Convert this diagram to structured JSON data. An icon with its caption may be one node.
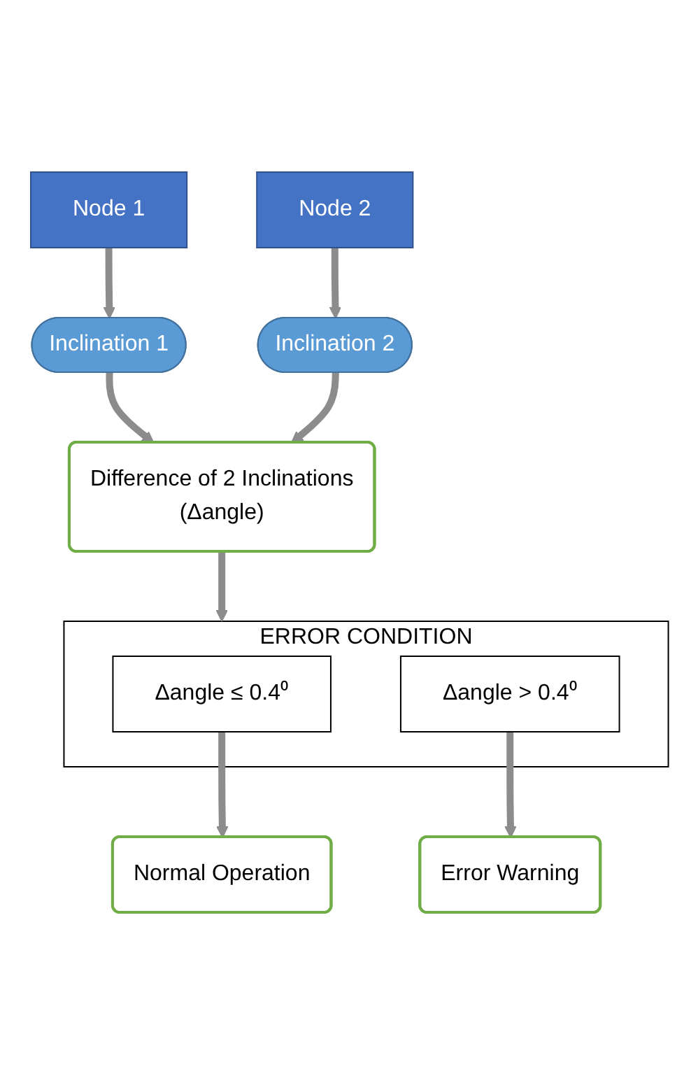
{
  "diagram": {
    "nodes": [
      {
        "text": [
          "Node 1"
        ]
      },
      {
        "text": [
          "Node 2"
        ]
      },
      {
        "text": [
          "Inclination 1"
        ]
      },
      {
        "text": [
          "Inclination 2"
        ]
      },
      {
        "text": [
          "Difference of 2 Inclinations",
          "(Δangle)"
        ]
      },
      {
        "text": [
          "ERROR CONDITION"
        ]
      },
      {
        "text": [
          "Δangle ≤ 0.4⁰"
        ],
        "in": 5
      },
      {
        "text": [
          "Δangle > 0.4⁰"
        ],
        "in": 5
      },
      {
        "text": [
          "Normal Operation"
        ]
      },
      {
        "text": [
          "Error Warning"
        ]
      }
    ],
    "edges": [
      {
        "from": 0,
        "to": 2,
        "arrow": "to"
      },
      {
        "from": 1,
        "to": 3,
        "arrow": "to"
      },
      {
        "from": 2,
        "to": 4,
        "arrow": "to"
      },
      {
        "from": 3,
        "to": 4,
        "arrow": "to"
      },
      {
        "from": 4,
        "to": 5,
        "arrow": "to"
      },
      {
        "from": 6,
        "to": 8,
        "arrow": "to"
      },
      {
        "from": 7,
        "to": 9,
        "arrow": "to"
      }
    ]
  }
}
